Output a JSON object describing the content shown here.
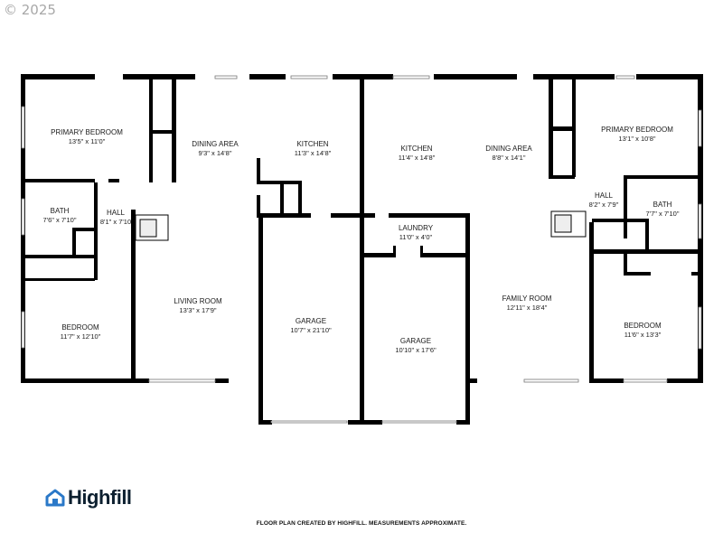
{
  "copyright": "© 2025",
  "brand": {
    "name": "Highfill",
    "icon": "house-logo-icon",
    "color": "#2a78c8"
  },
  "footer": "FLOOR PLAN CREATED BY HIGHFILL. MEASUREMENTS APPROXIMATE.",
  "rooms": {
    "l_primary_bedroom": {
      "name": "PRIMARY BEDROOM",
      "dim": "13'5\" x 11'0\""
    },
    "l_dining_area": {
      "name": "DINING AREA",
      "dim": "9'3\" x 14'8\""
    },
    "l_kitchen": {
      "name": "KITCHEN",
      "dim": "11'3\" x 14'8\""
    },
    "l_bath": {
      "name": "BATH",
      "dim": "7'6\" x 7'10\""
    },
    "l_hall": {
      "name": "HALL",
      "dim": "8'1\" x 7'10"
    },
    "l_living_room": {
      "name": "LIVING ROOM",
      "dim": "13'3\" x 17'9\""
    },
    "l_bedroom": {
      "name": "BEDROOM",
      "dim": "11'7\" x 12'10\""
    },
    "l_garage": {
      "name": "GARAGE",
      "dim": "10'7\" x 21'10\""
    },
    "r_kitchen": {
      "name": "KITCHEN",
      "dim": "11'4\" x 14'8\""
    },
    "r_dining_area": {
      "name": "DINING AREA",
      "dim": "8'8\" x 14'1\""
    },
    "r_primary_bedroom": {
      "name": "PRIMARY BEDROOM",
      "dim": "13'1\" x 10'8\""
    },
    "r_hall": {
      "name": "HALL",
      "dim": "8'2\" x 7'9\""
    },
    "r_bath": {
      "name": "BATH",
      "dim": "7'7\" x 7'10\""
    },
    "r_laundry": {
      "name": "LAUNDRY",
      "dim": "11'0\" x 4'0\""
    },
    "r_garage": {
      "name": "GARAGE",
      "dim": "10'10\" x 17'6\""
    },
    "r_family_room": {
      "name": "FAMILY ROOM",
      "dim": "12'11\" x 18'4\""
    },
    "r_bedroom": {
      "name": "BEDROOM",
      "dim": "11'6\" x 13'3\""
    }
  }
}
